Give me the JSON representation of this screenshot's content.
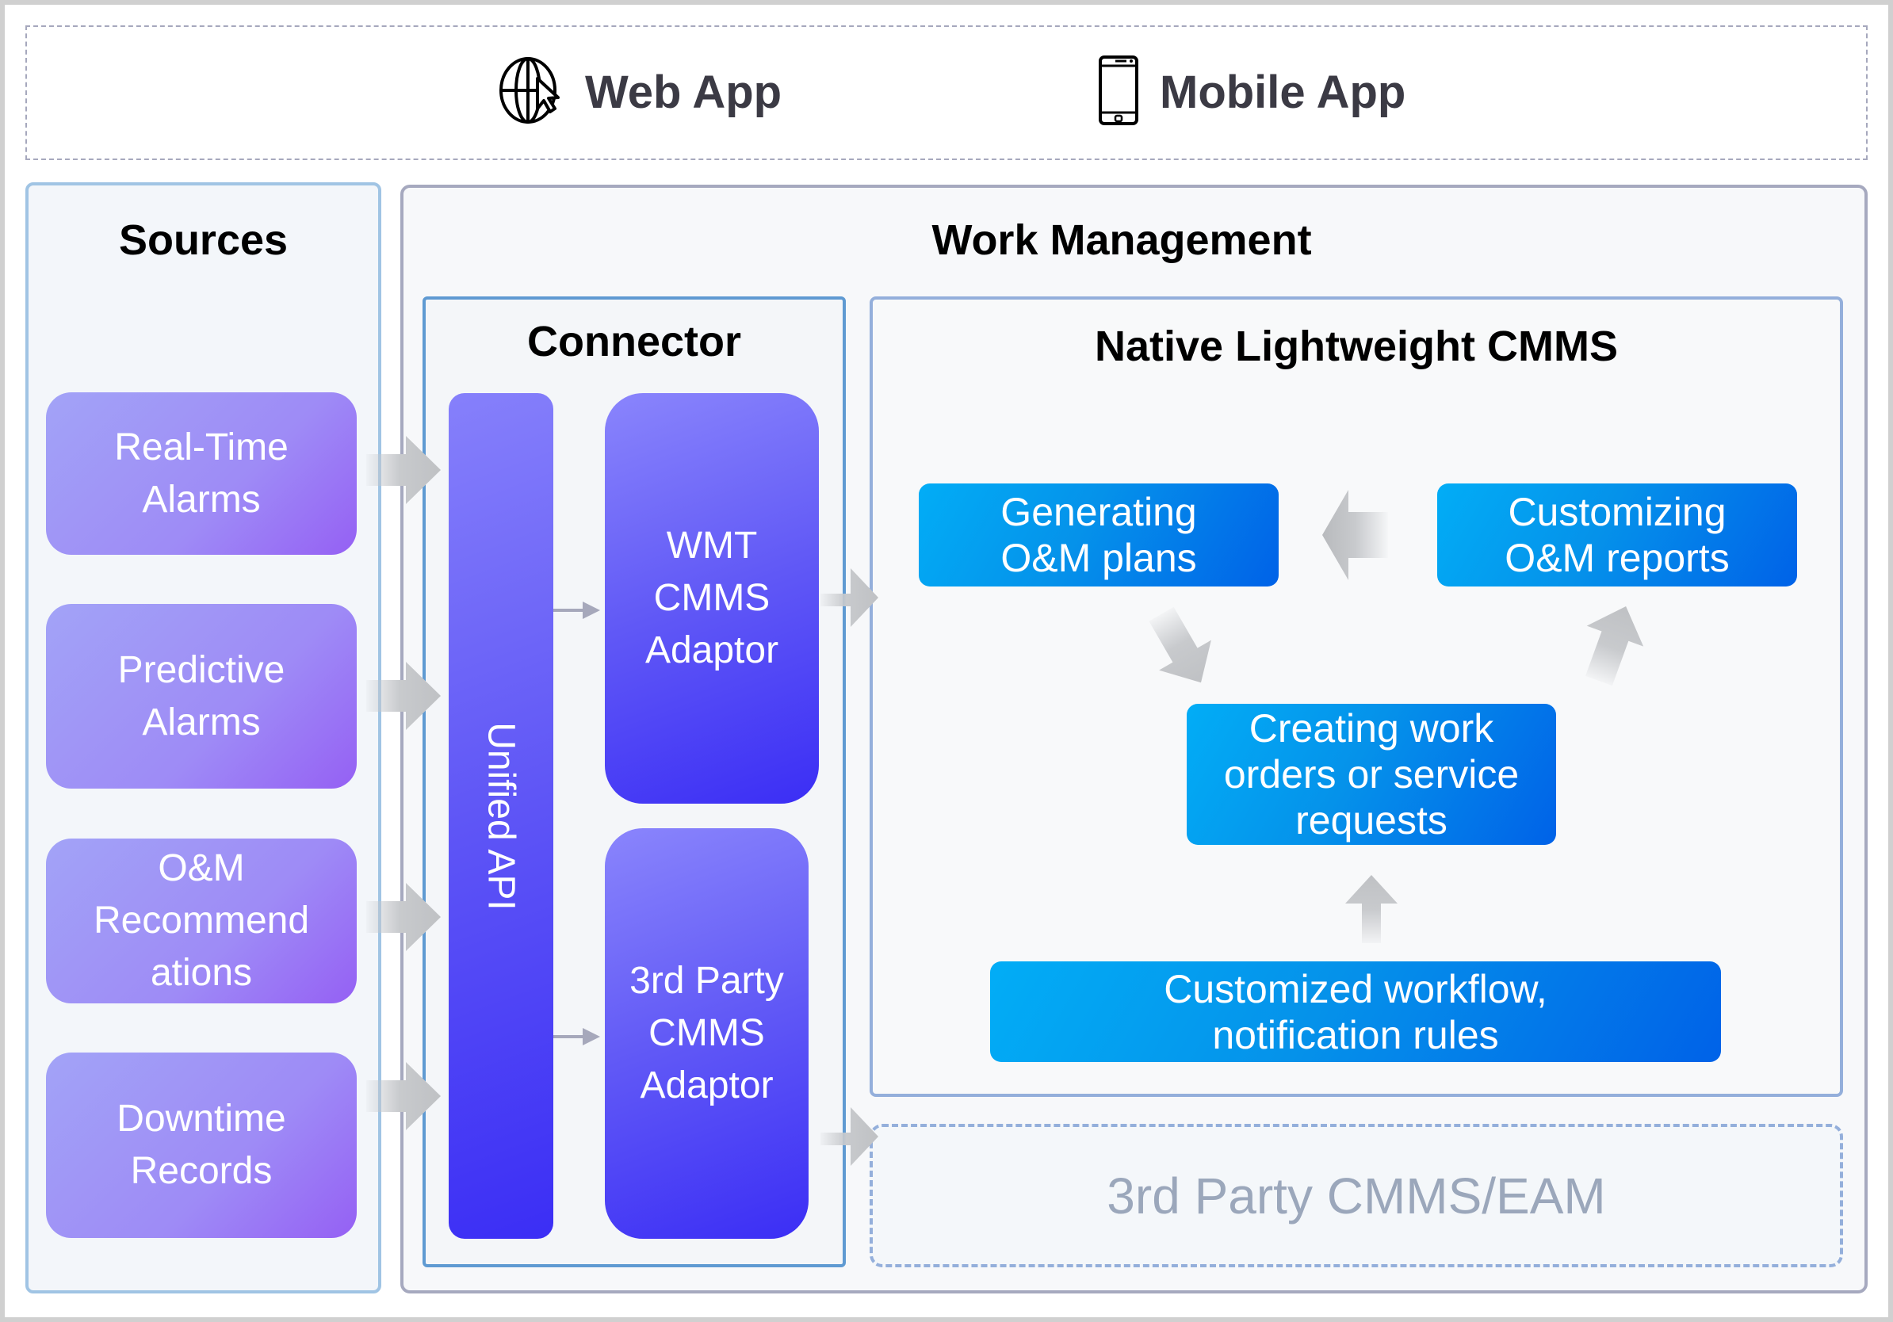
{
  "top_bar": {
    "web_app": {
      "label": "Web App",
      "icon": "globe-cursor-icon"
    },
    "mobile_app": {
      "label": "Mobile App",
      "icon": "smartphone-icon"
    }
  },
  "sources": {
    "title": "Sources",
    "items": [
      {
        "label": "Real-Time\nAlarms"
      },
      {
        "label": "Predictive\nAlarms"
      },
      {
        "label": "O&M\nRecommend\nations"
      },
      {
        "label": "Downtime\nRecords"
      }
    ]
  },
  "work_management": {
    "title": "Work Management",
    "connector": {
      "title": "Connector",
      "unified_api": "Unified API",
      "adaptors": [
        {
          "label": "WMT\nCMMS\nAdaptor"
        },
        {
          "label": "3rd Party\nCMMS\nAdaptor"
        }
      ]
    },
    "native_cmms": {
      "title": "Native Lightweight CMMS",
      "steps": {
        "generating_plans": "Generating\nO&M plans",
        "customizing_reports": "Customizing\nO&M reports",
        "creating_orders": "Creating work\norders or service\nrequests",
        "workflow_rules": "Customized workflow,\nnotification rules"
      }
    },
    "third_party": {
      "label": "3rd Party CMMS/EAM"
    }
  },
  "colors": {
    "source_gradient": [
      "#a2a3f7",
      "#9560f4"
    ],
    "connector_gradient": [
      "#8a85fc",
      "#3b2ef5"
    ],
    "step_gradient": [
      "#02adf6",
      "#0062e8"
    ],
    "arrow_gray": "#c4c6ca"
  }
}
